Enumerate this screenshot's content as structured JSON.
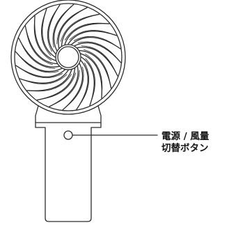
{
  "colors": {
    "stroke": "#2b2b2b",
    "text": "#111111",
    "background": "#ffffff"
  },
  "diagram": {
    "subject": "handheld-fan",
    "blade_count": 24
  },
  "callout": {
    "line1": "電源 / 風量",
    "line2": "切替ボタン"
  }
}
